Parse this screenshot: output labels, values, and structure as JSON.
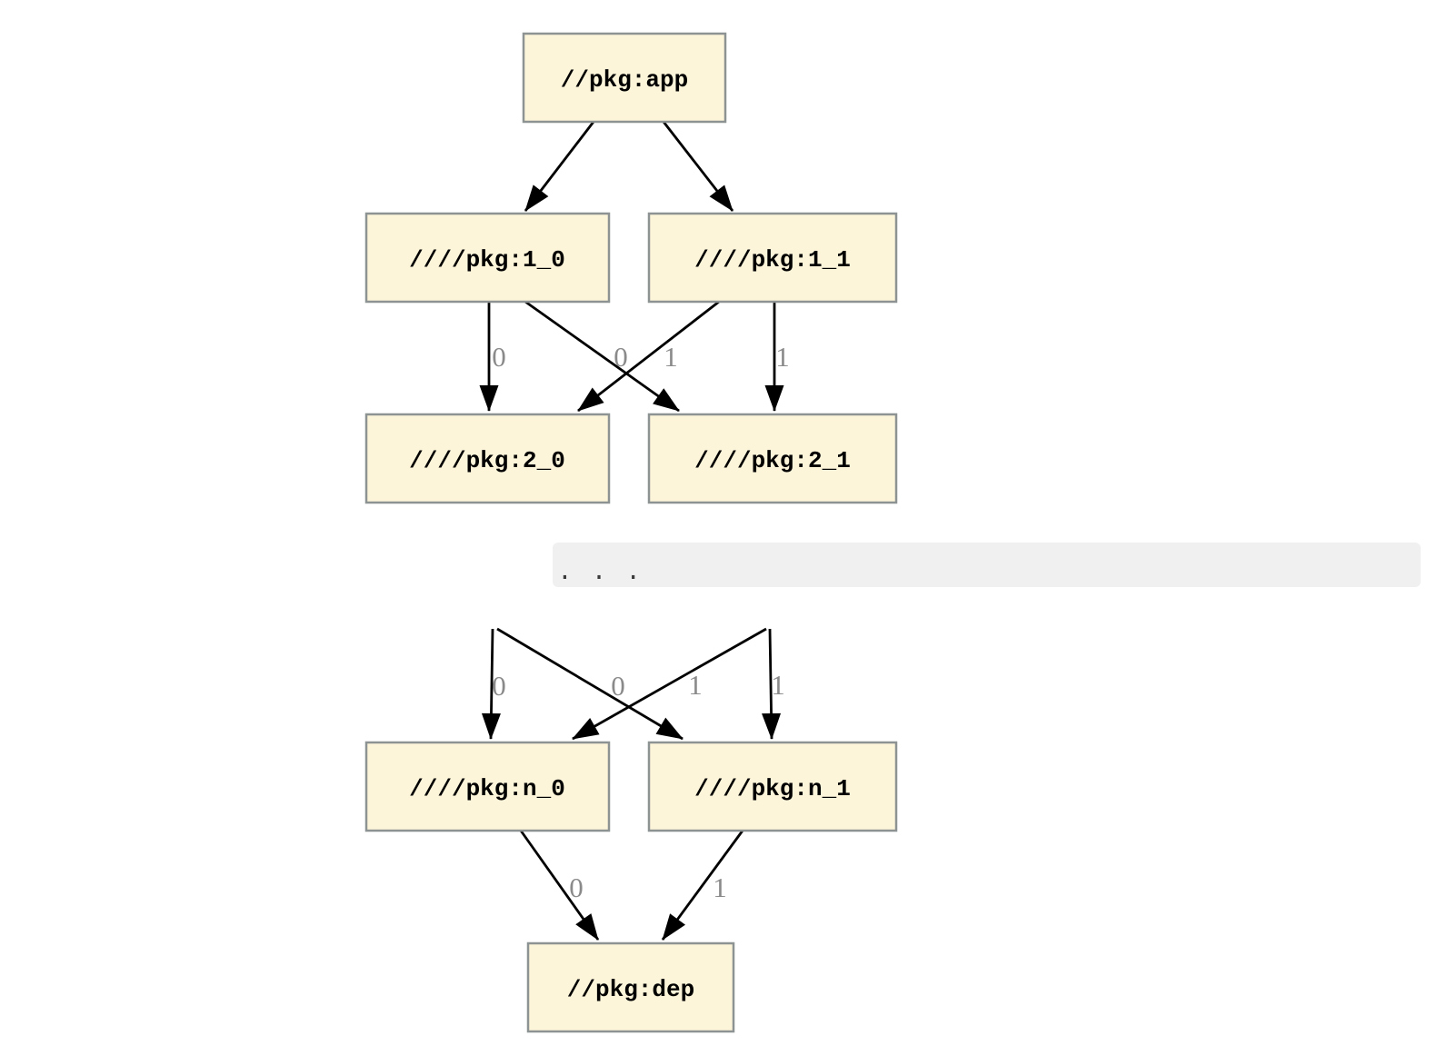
{
  "nodes": {
    "app": {
      "label": "//pkg:app"
    },
    "l1_0": {
      "label": "////pkg:1_0"
    },
    "l1_1": {
      "label": "////pkg:1_1"
    },
    "l2_0": {
      "label": "////pkg:2_0"
    },
    "l2_1": {
      "label": "////pkg:2_1"
    },
    "ln_0": {
      "label": "////pkg:n_0"
    },
    "ln_1": {
      "label": "////pkg:n_1"
    },
    "dep": {
      "label": "//pkg:dep"
    }
  },
  "ellipsis": ".  .  .",
  "edge_labels": [
    "0",
    "0",
    "1",
    "1",
    "0",
    "0",
    "1",
    "1",
    "0",
    "1"
  ],
  "colors": {
    "node_fill": "#fdf5da",
    "node_border": "#8d9292",
    "edge": "#000000",
    "edge_label_text": "#8a8a8a",
    "ellipsis_bar_bg": "#f0f0f0",
    "ellipsis_text": "#3a3a3a",
    "background": "#ffffff"
  }
}
